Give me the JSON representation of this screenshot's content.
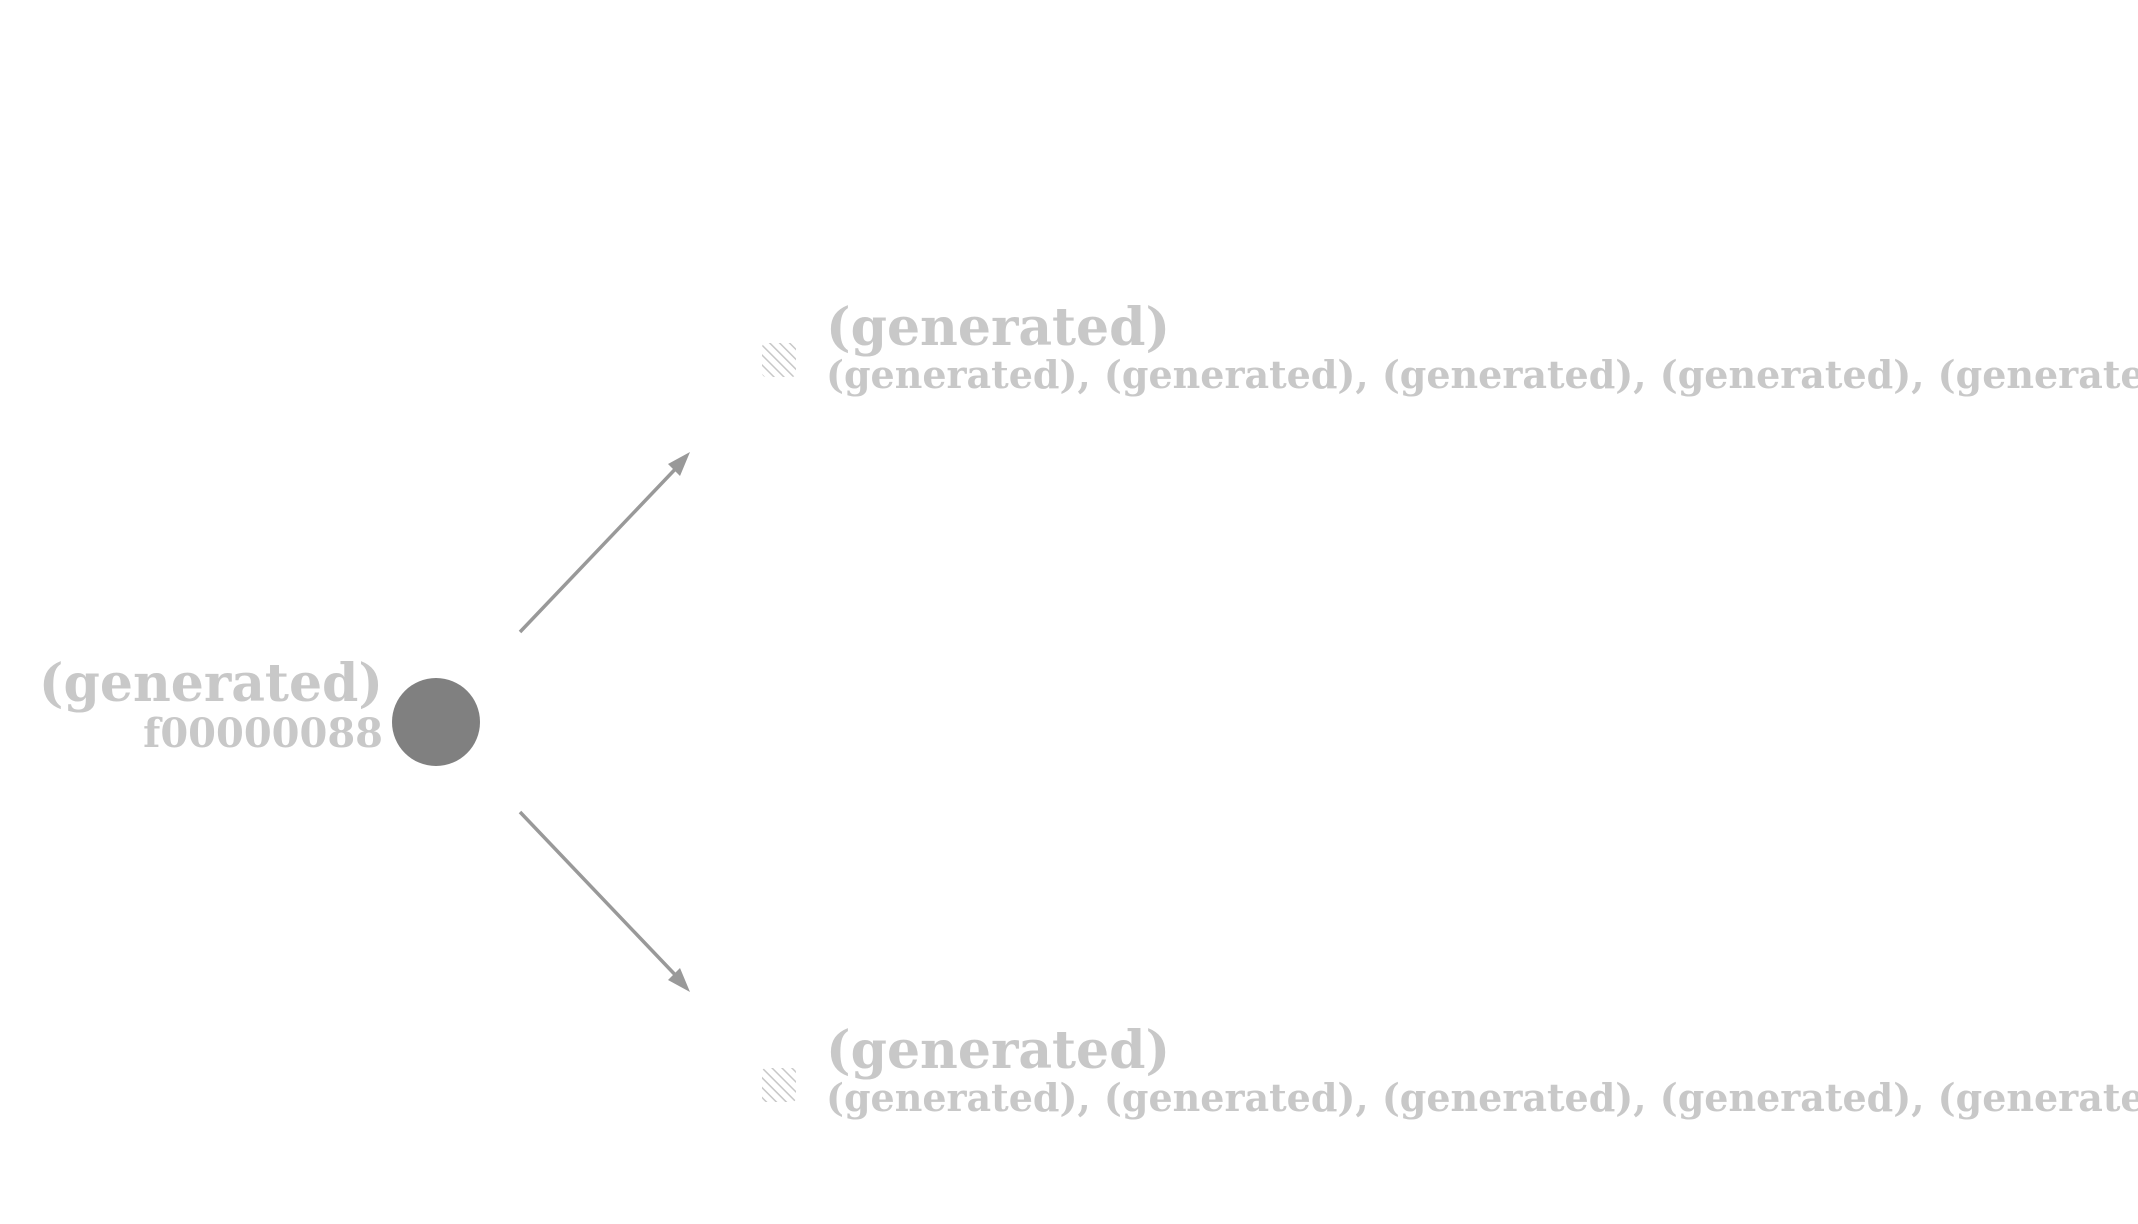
{
  "colors": {
    "text": "#c8c8c8",
    "node_fill": "#808080",
    "edge": "#999999",
    "hatch": "#c8c8c8"
  },
  "source_node": {
    "title": "(generated)",
    "subtitle": "f00000088",
    "icon": "filled-circle-node"
  },
  "targets": [
    {
      "title": "(generated)",
      "subtitle": "(generated), (generated), (generated), (generated), (generated)",
      "icon": "hatched-square-icon"
    },
    {
      "title": "(generated)",
      "subtitle": "(generated), (generated), (generated), (generated), (generated)",
      "icon": "hatched-square-icon"
    }
  ],
  "edges": [
    {
      "from": "source_node",
      "to": "targets.0",
      "icon": "arrow-up-right"
    },
    {
      "from": "source_node",
      "to": "targets.1",
      "icon": "arrow-down-right"
    }
  ]
}
